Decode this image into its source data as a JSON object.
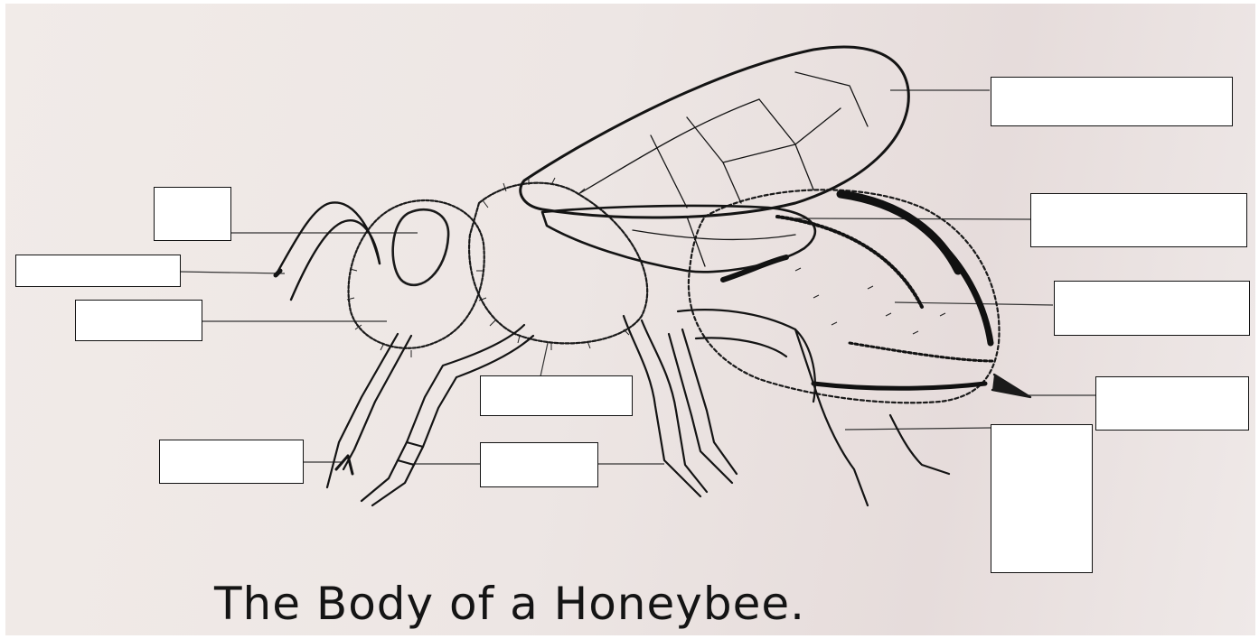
{
  "diagram": {
    "title": "The Body of a Honeybee.",
    "label_boxes": [
      {
        "id": "wing-label",
        "value": ""
      },
      {
        "id": "stripes-label",
        "value": ""
      },
      {
        "id": "abdomen-label",
        "value": ""
      },
      {
        "id": "stinger-label",
        "value": ""
      },
      {
        "id": "hind-leg-label",
        "value": ""
      },
      {
        "id": "eye-label",
        "value": ""
      },
      {
        "id": "antenna-label",
        "value": ""
      },
      {
        "id": "head-label",
        "value": ""
      },
      {
        "id": "hairs-label",
        "value": ""
      },
      {
        "id": "claw-label",
        "value": ""
      },
      {
        "id": "legs-label",
        "value": ""
      }
    ]
  }
}
